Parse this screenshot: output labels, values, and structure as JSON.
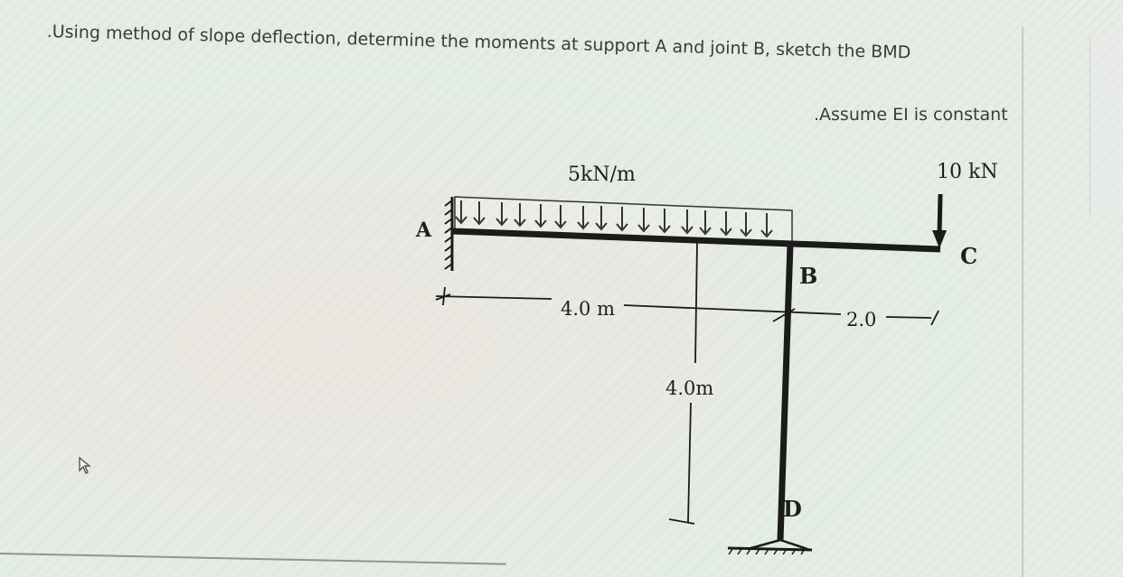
{
  "question": {
    "text": ".Using method of slope deflection, determine the moments at support A and joint B,  sketch the BMD",
    "note": ".Assume EI is constant"
  },
  "diagram": {
    "udl_label": "5kN/m",
    "point_load_label": "10 kN",
    "nodes": {
      "A": "A",
      "B": "B",
      "C": "C",
      "D": "D"
    },
    "dimensions": {
      "span_AB": "4.0 m",
      "span_BC": "2.0",
      "column_height": "4.0m"
    },
    "supports": {
      "A": "fixed",
      "D": "pinned"
    }
  },
  "icons": {
    "cursor": "mouse-pointer-icon"
  }
}
